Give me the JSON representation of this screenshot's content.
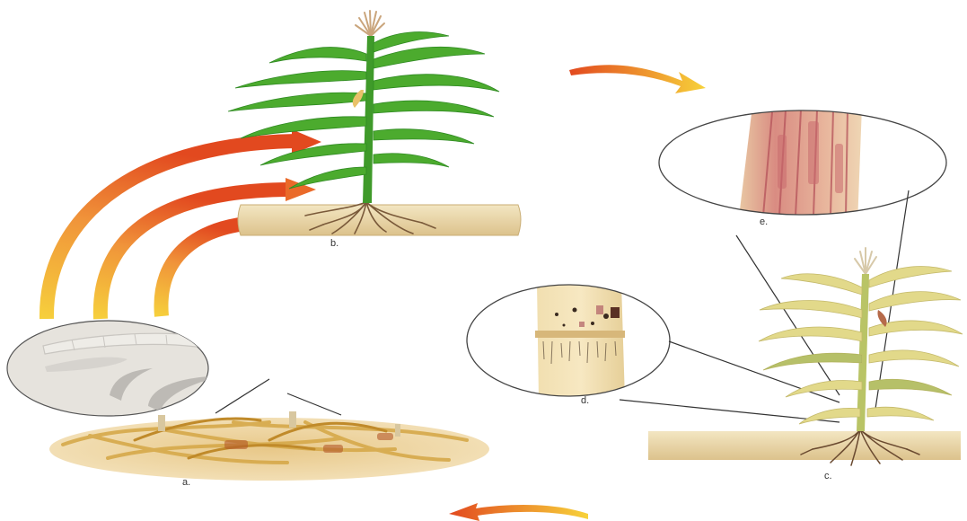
{
  "labels": {
    "a": "a.",
    "b": "b.",
    "c": "c.",
    "d": "d.",
    "e": "e."
  },
  "colors": {
    "arrow_start": "#e2491f",
    "arrow_end": "#f7d23a",
    "leaf_green": "#4cab2e",
    "leaf_green_dark": "#2f8a22",
    "diseased_leaf": "#e2d98a",
    "soil": "#e8d6aa",
    "root": "#7a5a3a",
    "circle_fill": "#e6e3dd",
    "spore": "#c9c6c1"
  },
  "icons": {
    "cycle_arrows": "curved-arrow-icon",
    "plant": "maize-plant-icon",
    "spores": "fungal-spore-icon"
  }
}
